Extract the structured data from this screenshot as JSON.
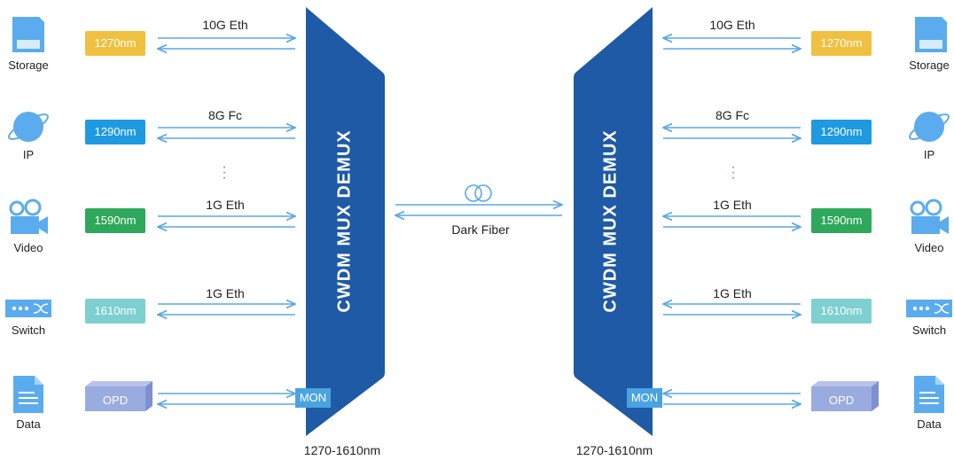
{
  "mux": {
    "title": "CWDM MUX DEMUX",
    "range": "1270-1610nm",
    "mon_label": "MON"
  },
  "fiber": {
    "label": "Dark Fiber"
  },
  "opd": {
    "label": "OPD"
  },
  "channels": [
    {
      "device": "Storage",
      "wavelength": "1270nm",
      "link": "10G Eth",
      "color": "#f0c040"
    },
    {
      "device": "IP",
      "wavelength": "1290nm",
      "link": "8G Fc",
      "color": "#1e9ae0"
    },
    {
      "device": "Video",
      "wavelength": "1590nm",
      "link": "1G Eth",
      "color": "#2ea85a"
    },
    {
      "device": "Switch",
      "wavelength": "1610nm",
      "link": "1G Eth",
      "color": "#7ecfcf"
    },
    {
      "device": "Data"
    }
  ],
  "colors": {
    "mux": "#1f5aa6",
    "arrow": "#5aa7e6",
    "icon": "#5aacee",
    "opd": "#9aabe0"
  },
  "icons": [
    "storage-icon",
    "globe-icon",
    "video-camera-icon",
    "switch-icon",
    "document-icon"
  ]
}
